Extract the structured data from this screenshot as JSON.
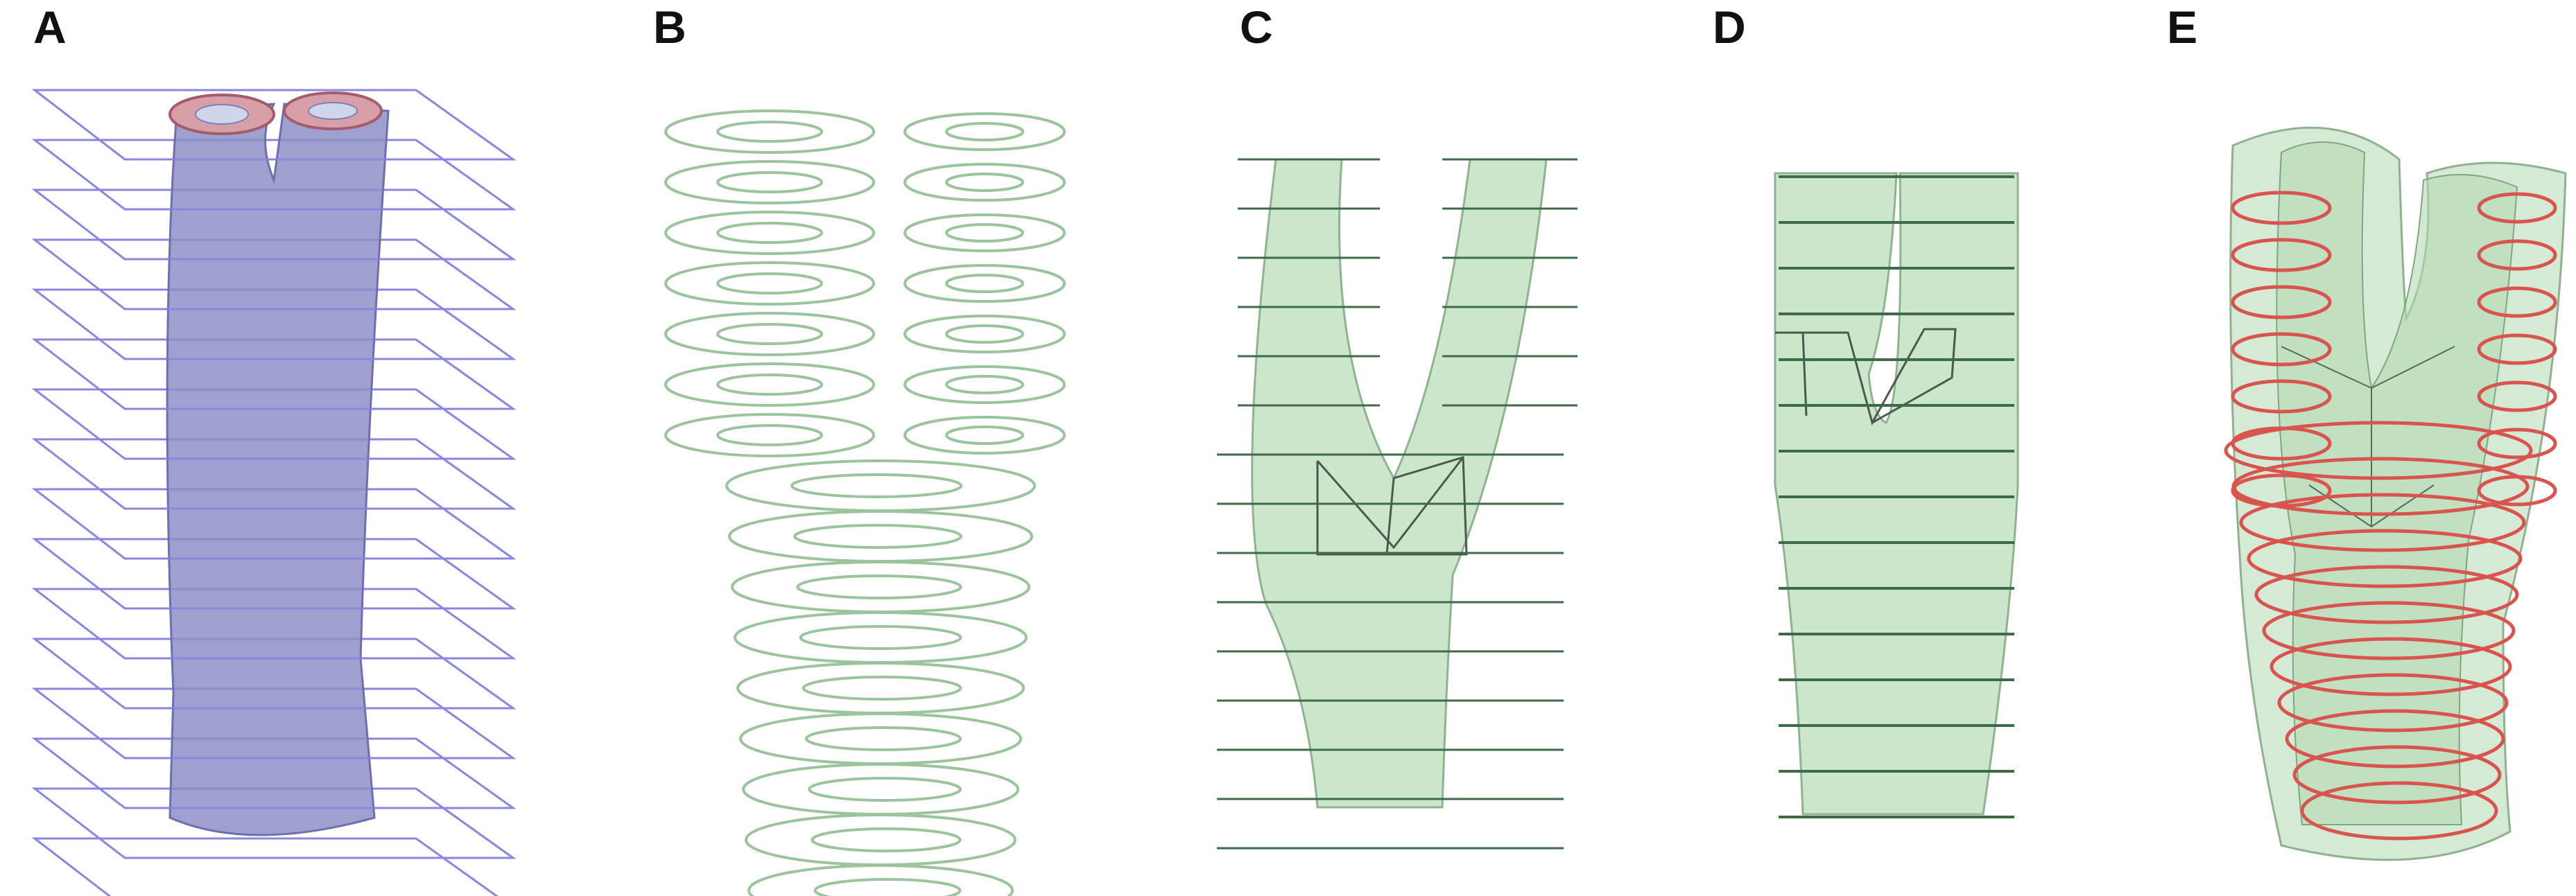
{
  "figure": {
    "panels": [
      {
        "id": "A",
        "label": "A"
      },
      {
        "id": "B",
        "label": "B"
      },
      {
        "id": "C",
        "label": "C"
      },
      {
        "id": "D",
        "label": "D"
      },
      {
        "id": "E",
        "label": "E"
      }
    ]
  },
  "colors": {
    "vessel_blue": "#8e8ec8",
    "plane_outline": "#8a86e0",
    "contour_green": "#9cc49c",
    "vessel_green": "#c6e3c6",
    "vessel_green_edge": "#7ea27e",
    "slice_line": "#3d6b4a",
    "ring_red": "#d9534f"
  }
}
